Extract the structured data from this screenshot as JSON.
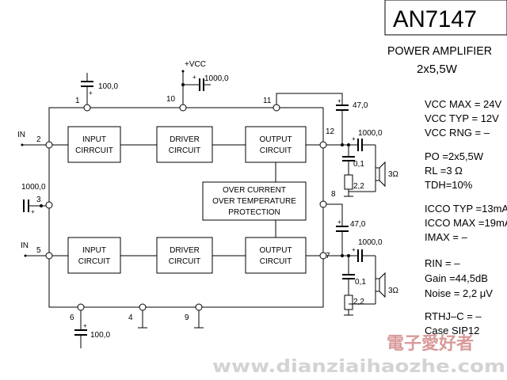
{
  "header": {
    "part_number": "AN7147",
    "description_line1": "POWER AMPLIFIER",
    "description_line2": "2x5,5W"
  },
  "specs": {
    "vcc_max": "VCC MAX = 24V",
    "vcc_typ": "VCC TYP = 12V",
    "vcc_rng": "VCC RNG = –",
    "po": "PO  =2x5,5W",
    "rl": "RL  =3 Ω",
    "tdh": "TDH=10%",
    "icco_typ": "ICCO TYP =13mA",
    "icco_max": "ICCO MAX =19mA",
    "imax": "IMAX =  –",
    "rin": "RIN  = –",
    "gain": "Gain =44,5dB",
    "noise": "Noise = 2,2 μV",
    "rthj": "RTHJ–C = –",
    "case": "Case  SIP12"
  },
  "blocks": {
    "input_1": [
      "INPUT",
      "CIRRCUIT"
    ],
    "driver_1": [
      "DRIVER",
      "CIRCUIT"
    ],
    "output_1": [
      "OUTPUT",
      "CIRCUIT"
    ],
    "input_2": [
      "INPUT",
      "CIRCUIT"
    ],
    "driver_2": [
      "DRIVER",
      "CIRCUIT"
    ],
    "output_2": [
      "OUTPUT",
      "CIRCUIT"
    ],
    "protection": [
      "OVER CURRENT",
      "OVER TEMPERATURE",
      "PROTECTION"
    ]
  },
  "pins": {
    "p1": "1",
    "p2": "2",
    "p3": "3",
    "p4": "4",
    "p5": "5",
    "p6": "6",
    "p7": "7",
    "p8": "8",
    "p9": "9",
    "p10": "10",
    "p11": "11",
    "p12": "12"
  },
  "labels": {
    "in_1": "IN",
    "in_2": "IN",
    "vcc": "+VCC",
    "plus": "+"
  },
  "components": {
    "c_pin1": "100,0",
    "c_pin10": "1000,0",
    "c_pin11": "47,0",
    "c_out1": "1000,0",
    "c_zob1": "0,1",
    "r_zob1": "2,2",
    "spk1": "3Ω",
    "c_pin3": "1000,0",
    "c_pin8": "47,0",
    "c_out2": "1000,0",
    "c_zob2": "0,1",
    "r_zob2": "2,2",
    "spk2": "3Ω",
    "c_pin6": "100,0"
  },
  "watermark": {
    "cn": "電子愛好者",
    "url": "www.dianziaihaozhe.com"
  }
}
